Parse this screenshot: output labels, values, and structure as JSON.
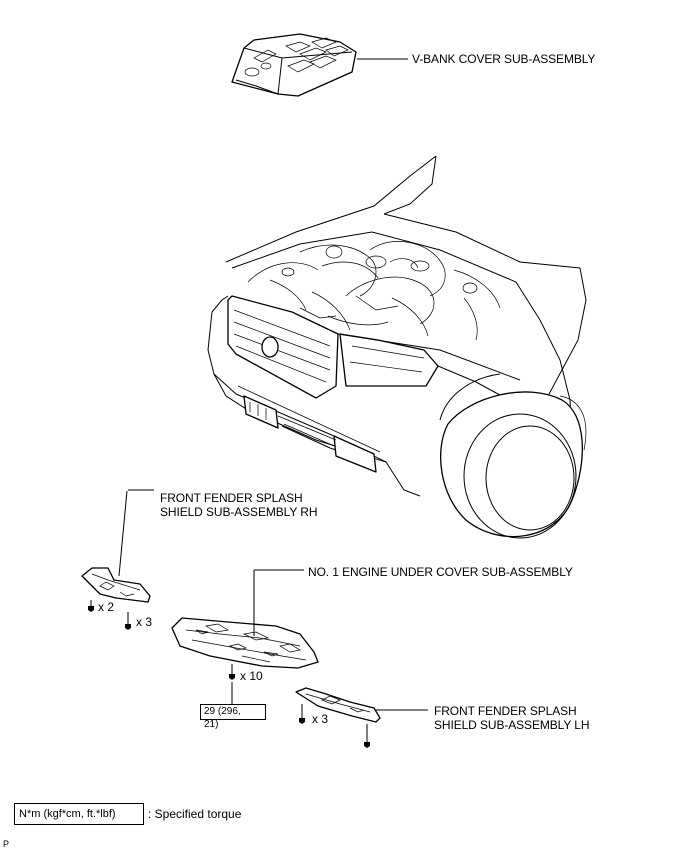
{
  "labels": {
    "vbank_cover": "V-BANK COVER SUB-ASSEMBLY",
    "fender_rh_line1": "FRONT FENDER SPLASH",
    "fender_rh_line2": "SHIELD SUB-ASSEMBLY RH",
    "under_cover": "NO. 1 ENGINE UNDER COVER SUB-ASSEMBLY",
    "fender_lh_line1": "FRONT FENDER SPLASH",
    "fender_lh_line2": "SHIELD SUB-ASSEMBLY LH"
  },
  "quantities": {
    "rh_bolts_a": "x 2",
    "rh_bolts_b": "x 3",
    "under_cover_bolts": "x 10",
    "lh_bolts": "x 3"
  },
  "torque": {
    "value_line1": "29 (296,",
    "value_line2": "21)"
  },
  "legend": {
    "box_text": "N*m (kgf*cm, ft.*lbf)",
    "description": ": Specified torque"
  },
  "corner_mark": "P",
  "icons": [
    "bolt-icon",
    "vbank-cover-illustration",
    "vehicle-front-illustration",
    "splash-shield-illustration",
    "under-cover-illustration"
  ]
}
